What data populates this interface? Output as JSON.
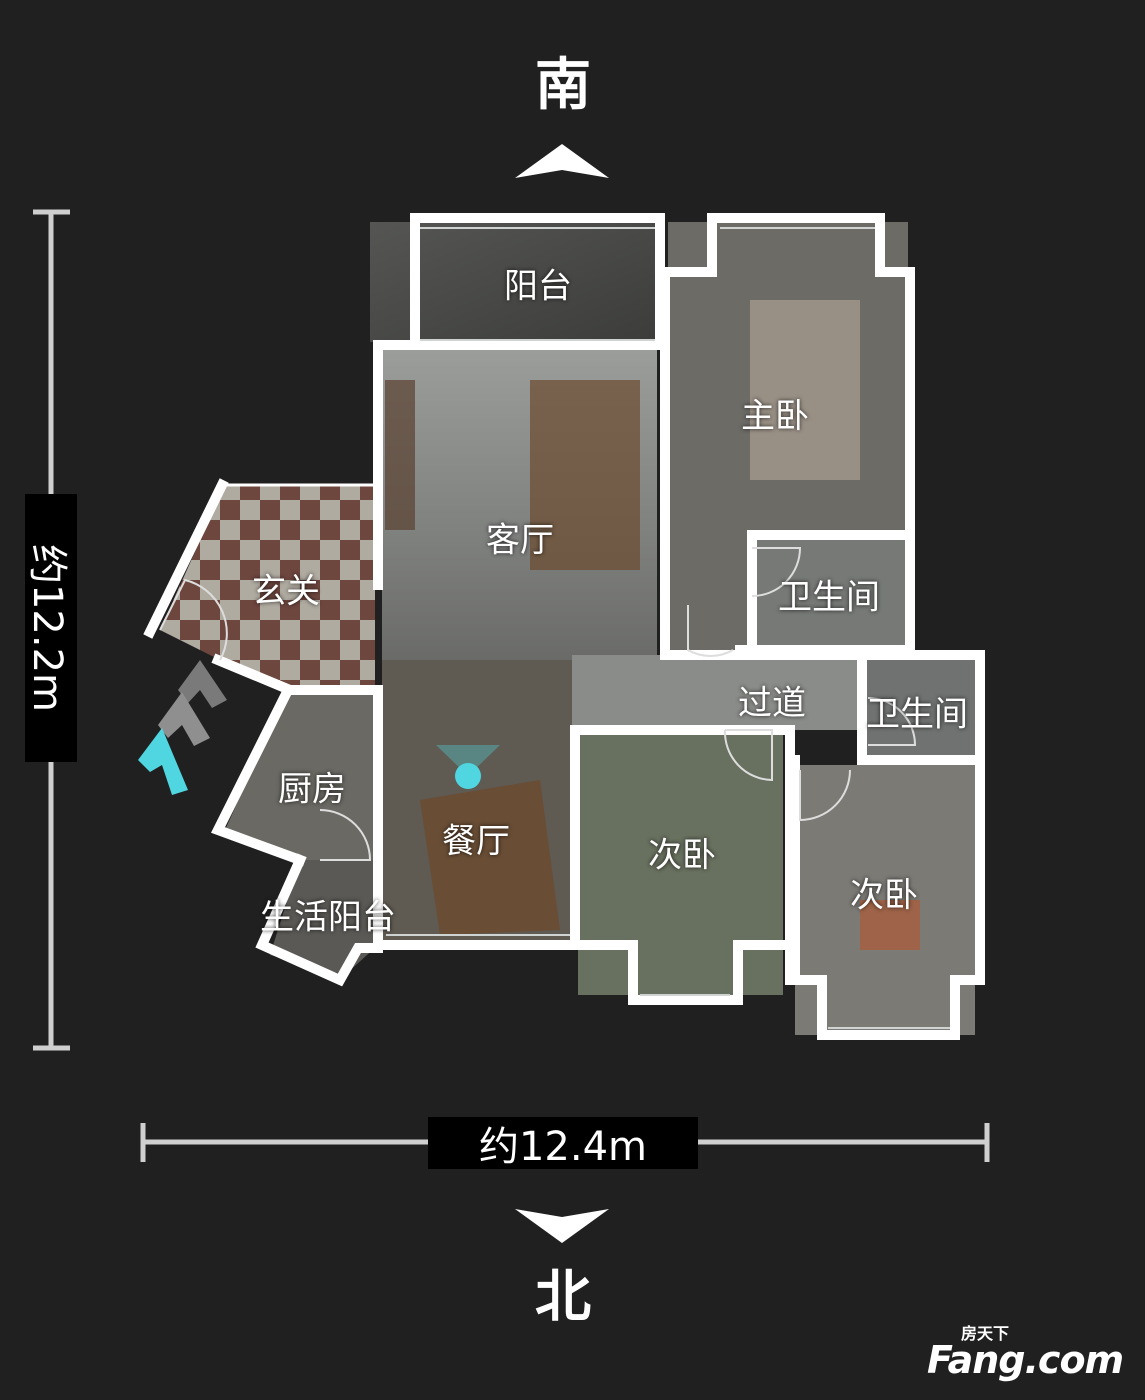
{
  "compass": {
    "south": "南",
    "north": "北"
  },
  "dimensions": {
    "height": "约12.2m",
    "width": "约12.4m"
  },
  "rooms": [
    {
      "id": "balcony",
      "label": "阳台"
    },
    {
      "id": "master-bedroom",
      "label": "主卧"
    },
    {
      "id": "living-room",
      "label": "客厅"
    },
    {
      "id": "foyer",
      "label": "玄关"
    },
    {
      "id": "bathroom-1",
      "label": "卫生间"
    },
    {
      "id": "hallway",
      "label": "过道"
    },
    {
      "id": "bathroom-2",
      "label": "卫生间"
    },
    {
      "id": "kitchen",
      "label": "厨房"
    },
    {
      "id": "dining-room",
      "label": "餐厅"
    },
    {
      "id": "second-bedroom-1",
      "label": "次卧"
    },
    {
      "id": "second-bedroom-2",
      "label": "次卧"
    },
    {
      "id": "utility-balcony",
      "label": "生活阳台"
    }
  ],
  "colors": {
    "background": "#202021",
    "wall": "#ffffff",
    "floor": "#4a4a48",
    "floor_light": "#8f918f",
    "accent": "#4fd6e0",
    "arrow_gray": "#8a8a8a"
  },
  "icons": [
    "north-arrow-icon",
    "south-arrow-icon",
    "entry-arrow-icon",
    "viewpoint-marker-icon",
    "fang-logo"
  ],
  "logo": {
    "brand": "Fang.com",
    "cn": "房天下"
  }
}
